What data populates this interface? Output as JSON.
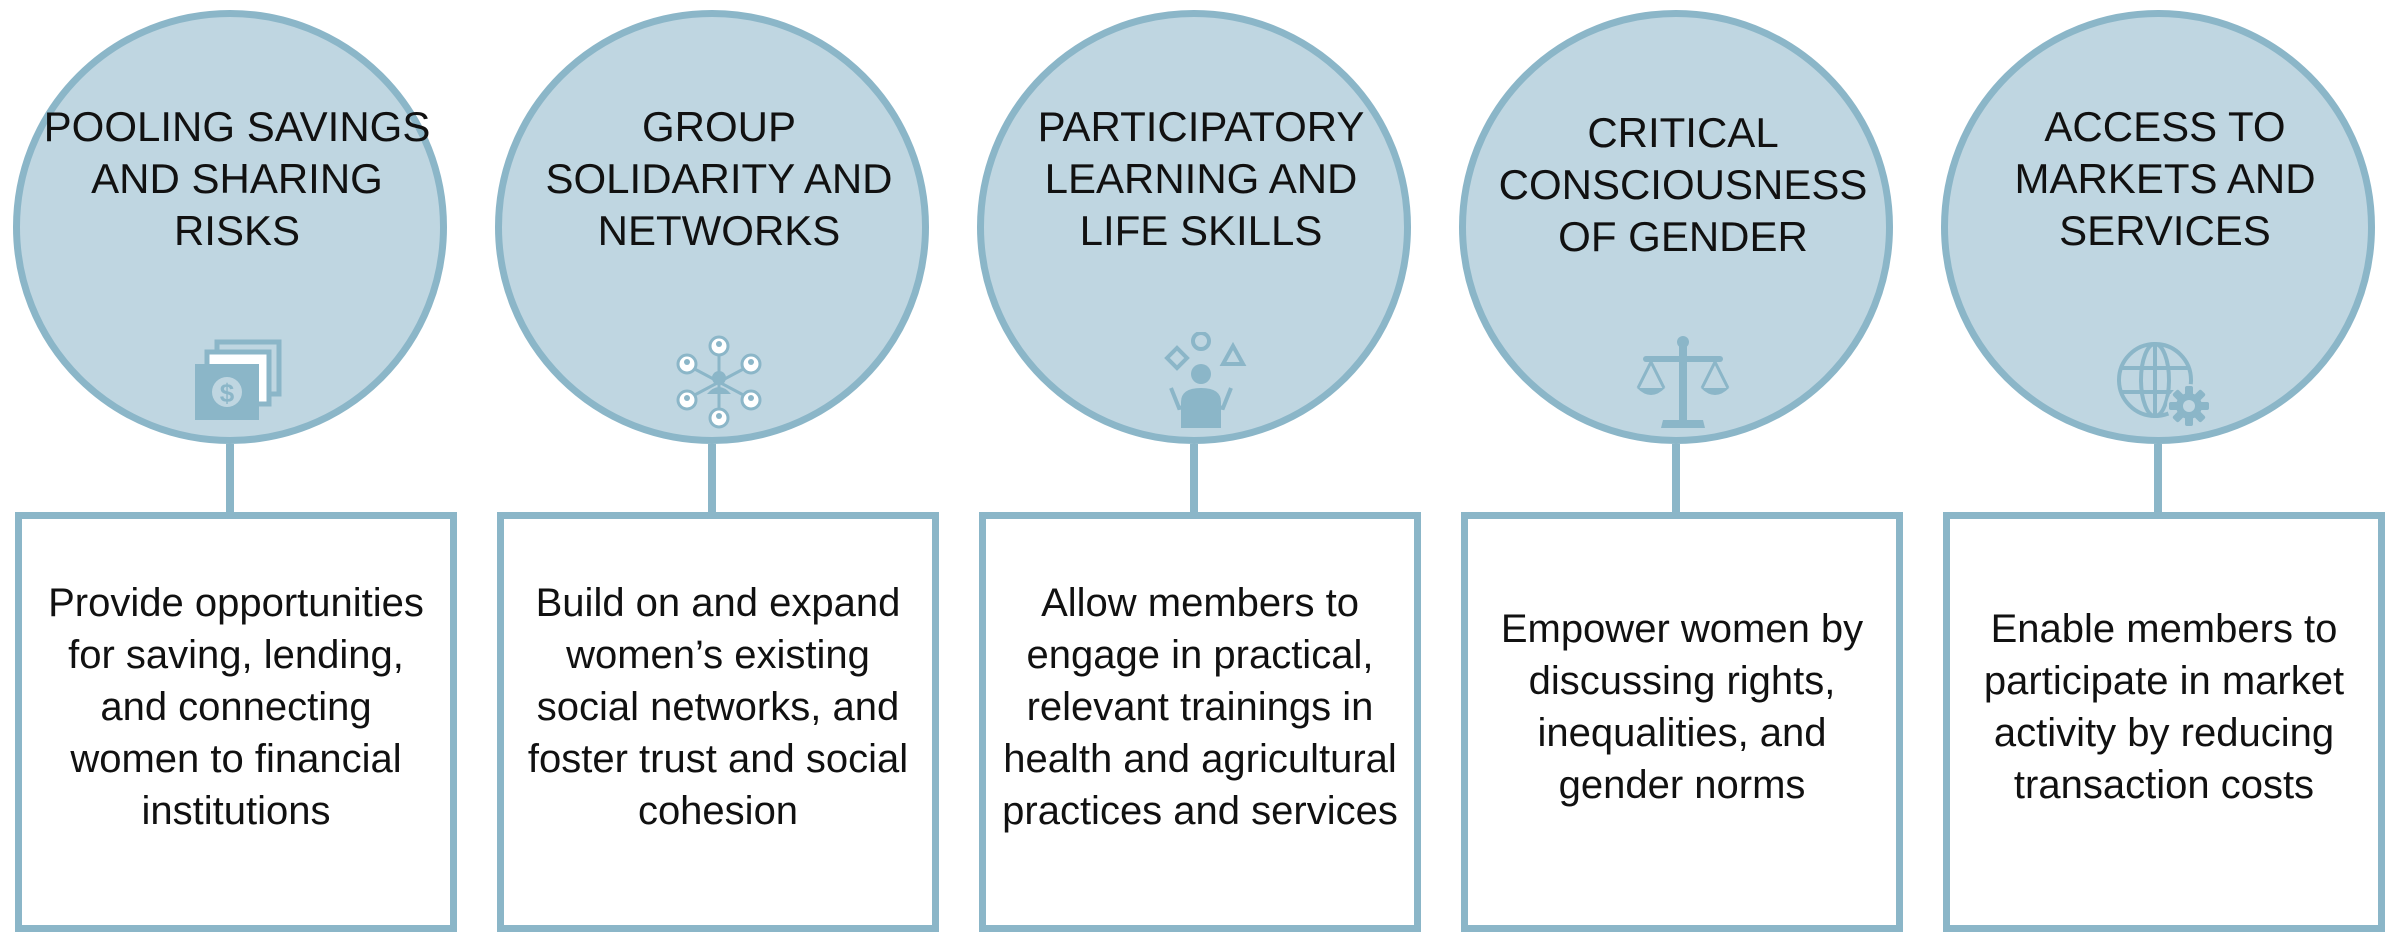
{
  "colors": {
    "circle_fill": "#bfd6e1",
    "accent": "#8bb6c8",
    "icon": "#8bb6c8"
  },
  "pillars": [
    {
      "title": "POOLING SAVINGS AND SHARING RISKS",
      "icon": "money-stack-icon",
      "description": "Provide opportunities for saving, lending, and connecting women to financial institutions"
    },
    {
      "title": "GROUP SOLIDARITY AND NETWORKS",
      "icon": "network-icon",
      "description": "Build on and expand women’s existing social networks, and foster trust and social cohesion"
    },
    {
      "title": "PARTICIPATORY LEARNING AND LIFE SKILLS",
      "icon": "learning-shapes-icon",
      "description": "Allow members to engage in practical, relevant trainings in health and agricultural practices and services"
    },
    {
      "title": "CRITICAL CONSCIOUSNESS OF GENDER",
      "icon": "scales-icon",
      "description": "Empower women by discussing rights, inequalities, and gender norms"
    },
    {
      "title": "ACCESS TO MARKETS AND SERVICES",
      "icon": "globe-gear-icon",
      "description": "Enable members to participate in market activity by reducing transaction costs"
    }
  ]
}
